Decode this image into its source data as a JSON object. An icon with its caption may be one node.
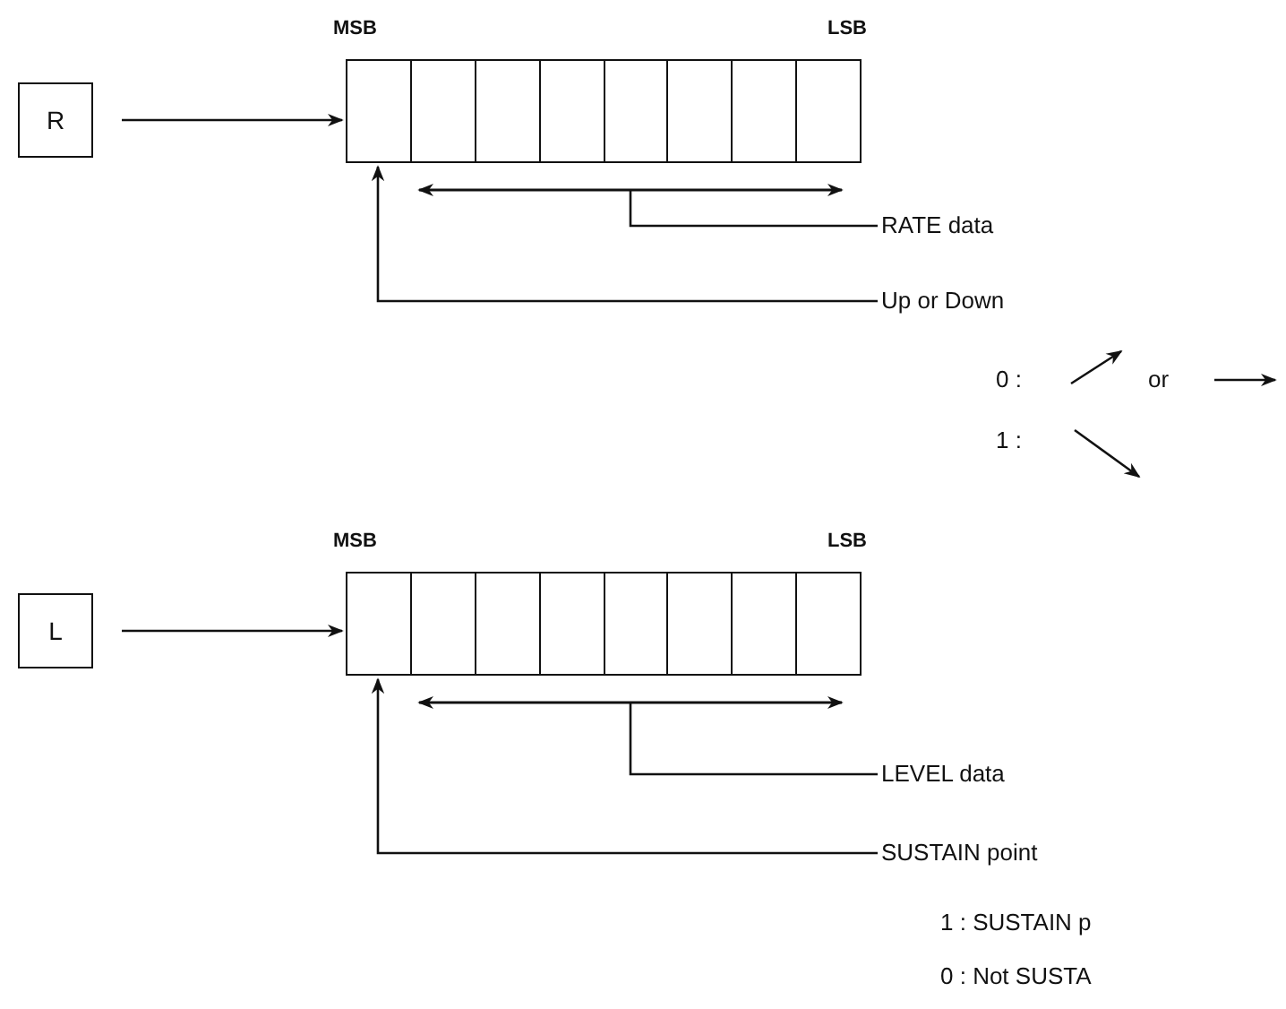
{
  "diagram": {
    "nodes": [
      {
        "text": [
          "R"
        ]
      },
      {
        "text": [],
        "shape": "box",
        "beside": [
          "MSB",
          "LSB"
        ]
      },
      {
        "text": [],
        "shape": "box",
        "in": 1
      },
      {
        "text": [
          "RATE data"
        ]
      },
      {
        "text": [
          "Up or Down"
        ]
      },
      {
        "text": [
          "L"
        ]
      },
      {
        "text": [],
        "shape": "box",
        "beside": [
          "MSB",
          "LSB"
        ]
      },
      {
        "text": [],
        "shape": "box",
        "in": 6
      },
      {
        "text": [
          "LEVEL data"
        ]
      },
      {
        "text": [
          "SUSTAIN point"
        ]
      }
    ],
    "edges": [
      {
        "from": 0,
        "to": 1,
        "arrow": "to"
      },
      {
        "from": 3,
        "to": null,
        "arrow": "none"
      },
      {
        "from": 4,
        "to": 2,
        "arrow": "to"
      },
      {
        "from": 5,
        "to": 6,
        "arrow": "to"
      },
      {
        "from": 8,
        "to": null,
        "arrow": "none"
      },
      {
        "from": 9,
        "to": 7,
        "arrow": "to"
      }
    ],
    "labels": [
      "0 :",
      "or",
      "1 :",
      "1 : SUSTAIN p",
      "0 : Not SUSTA"
    ]
  }
}
